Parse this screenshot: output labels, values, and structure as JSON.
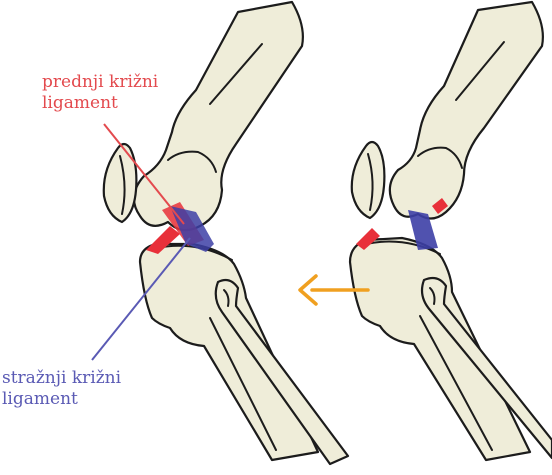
{
  "labels": {
    "anterior_line1": "prednji križni",
    "anterior_line2": "ligament",
    "posterior_line1": "stražnji križni",
    "posterior_line2": "ligament"
  },
  "colors": {
    "anterior_ligament": "#e8303a",
    "posterior_ligament": "#3d3fa6",
    "arrow": "#f0a020",
    "bone_fill": "#efedd9",
    "outline": "#1c1c1c",
    "label_anterior": "#e34a4e",
    "label_posterior": "#5a5ab4"
  },
  "figures": [
    {
      "name": "normal-knee",
      "anterior_ligament": "intact"
    },
    {
      "name": "torn-acl-knee",
      "anterior_ligament": "ruptured",
      "tibia_shift": "forward"
    }
  ],
  "icons": [
    "drawer-direction-arrow"
  ]
}
